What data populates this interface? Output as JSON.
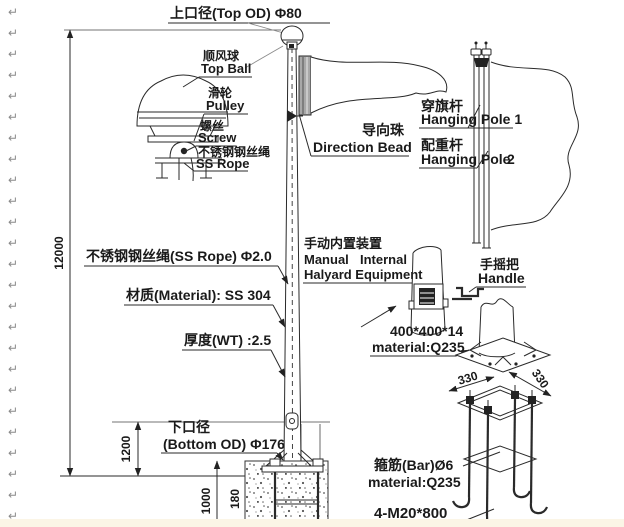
{
  "editor": {
    "return_mark": "↵",
    "return_mark_count": 25,
    "return_mark_color": "#8a8a8a",
    "bottom_strip_color": "#fbf5e6"
  },
  "labels": {
    "top_od": "上口径(Top OD) Φ80",
    "top_ball_cn": "顺风球",
    "top_ball_en": "Top Ball",
    "pulley_cn": "滑轮",
    "pulley_en": "Pulley",
    "screw_cn": "螺丝",
    "screw_en": "Screw",
    "ss_rope_cn": "不锈钢钢丝绳",
    "ss_rope_en": "SS Rope",
    "direction_bead_cn": "导向珠",
    "direction_bead_en": "Direction Bead",
    "hanging_pole1_cn": "穿旗杆",
    "hanging_pole1_en": "Hanging Pole 1",
    "hanging_pole2_cn": "配重杆",
    "hanging_pole2_en": "Hanging Pole",
    "hanging_pole2_num": "2",
    "rope_spec": "不锈钢钢丝绳(SS Rope) Φ2.0",
    "material_spec": "材质(Material): SS 304",
    "thickness_spec": "厚度(WT) :2.5",
    "halyard_cn": "手动内置装置",
    "halyard_en_gray": "Manual",
    "halyard_en_black": "Internal",
    "halyard_en_line2": "Halyard Equipment",
    "handle_cn": "手摇把",
    "handle_en": "Handle",
    "plate_size": "400*400*14",
    "plate_material": "material:Q235",
    "bottom_od_cn": "下口径",
    "bottom_od_en": "(Bottom OD) Φ176",
    "bar_spec": "箍筋(Bar)Ø6",
    "bar_material": "material:Q235",
    "anchor_bolt_spec": "4-M20*800"
  },
  "dimensions": {
    "pole_height": "12000",
    "base_height": "1200",
    "embed_depth": "1000",
    "flange_offset": "180",
    "cage_width": "330",
    "cage_depth": "330"
  }
}
